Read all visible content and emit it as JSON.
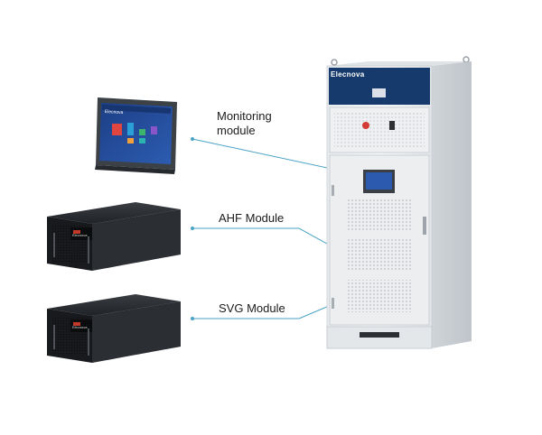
{
  "cabinet": {
    "brand": "Elecnova"
  },
  "monitor": {
    "brand": "Elecnova"
  },
  "modules": [
    {
      "brand": "Elecnova"
    },
    {
      "brand": "Elecnova"
    }
  ],
  "callouts": {
    "monitoring": {
      "line1": "Monitoring",
      "line2": "module"
    },
    "ahf": {
      "label": "AHF Module"
    },
    "svg": {
      "label": "SVG Module"
    }
  },
  "colors": {
    "leader_line": "#4aa3c4",
    "cabinet_blue": "#163a6b"
  }
}
